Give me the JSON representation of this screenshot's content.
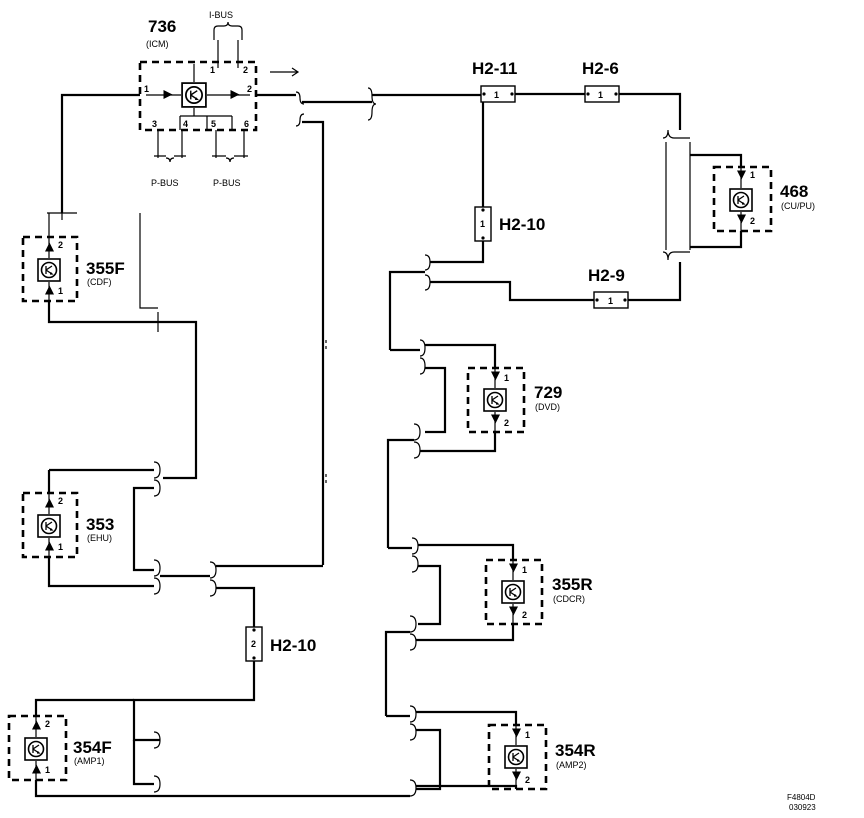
{
  "icm": {
    "number": "736",
    "name": "(ICM)",
    "pins": [
      "1",
      "2",
      "2",
      "3",
      "4",
      "5",
      "6"
    ]
  },
  "buses": {
    "i_bus": "I-BUS",
    "p_bus_left": "P-BUS",
    "p_bus_right": "P-BUS"
  },
  "components": [
    {
      "id": "cdf",
      "number": "355F",
      "name": "(CDF)",
      "pin_a": "2",
      "pin_b": "1"
    },
    {
      "id": "ehu",
      "number": "353",
      "name": "(EHU)",
      "pin_a": "2",
      "pin_b": "1"
    },
    {
      "id": "amp1",
      "number": "354F",
      "name": "(AMP1)",
      "pin_a": "2",
      "pin_b": "1"
    },
    {
      "id": "cupu",
      "number": "468",
      "name": "(CU/PU)",
      "pin_a": "1",
      "pin_b": "2"
    },
    {
      "id": "dvd",
      "number": "729",
      "name": "(DVD)",
      "pin_a": "1",
      "pin_b": "2"
    },
    {
      "id": "cdcr",
      "number": "355R",
      "name": "(CDCR)",
      "pin_a": "1",
      "pin_b": "2"
    },
    {
      "id": "amp2",
      "number": "354R",
      "name": "(AMP2)",
      "pin_a": "1",
      "pin_b": "2"
    }
  ],
  "connectors": [
    {
      "id": "h2-11",
      "label": "H2-11",
      "pin": "1"
    },
    {
      "id": "h2-6",
      "label": "H2-6",
      "pin": "1"
    },
    {
      "id": "h2-10-top",
      "label": "H2-10",
      "pin": "1"
    },
    {
      "id": "h2-9",
      "label": "H2-9",
      "pin": "1"
    },
    {
      "id": "h2-10-bottom",
      "label": "H2-10",
      "pin": "2"
    }
  ],
  "figure_code": {
    "line1": "F4804D",
    "line2": "030923"
  },
  "colors": {
    "line": "#000000",
    "background": "#ffffff"
  }
}
